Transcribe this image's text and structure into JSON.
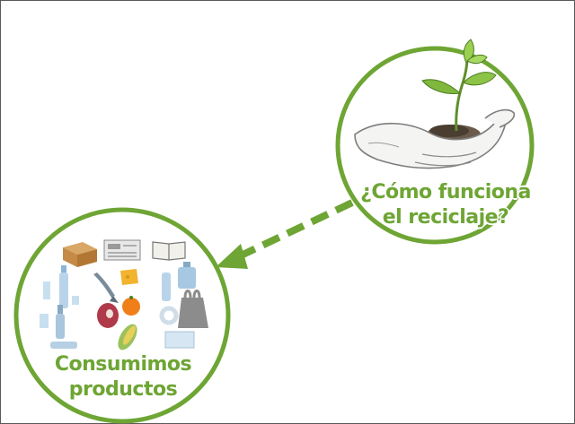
{
  "colors": {
    "accent_green": "#6ea534",
    "frame_border": "#5a5a5a",
    "background": "#ffffff"
  },
  "nodes": {
    "recycling": {
      "title_line1": "¿Cómo funciona",
      "title_line2": "el reciclaje?",
      "illustration": "hand-holding-sprout-icon"
    },
    "products": {
      "title_line1": "Consumimos",
      "title_line2": "productos",
      "illustration_items": [
        "cardboard-box-icon",
        "newspaper-icon",
        "book-icon",
        "fish-icon",
        "cheese-icon",
        "water-bottle-icon",
        "jerrycan-icon",
        "plastic-cup-icon",
        "glass-bottle-icon",
        "meat-icon",
        "orange-icon",
        "plastic-bag-icon",
        "tape-roll-icon",
        "corn-icon",
        "carton-icon"
      ]
    }
  },
  "connector": {
    "style": "dashed-arrow",
    "from": "recycling",
    "to": "products"
  }
}
